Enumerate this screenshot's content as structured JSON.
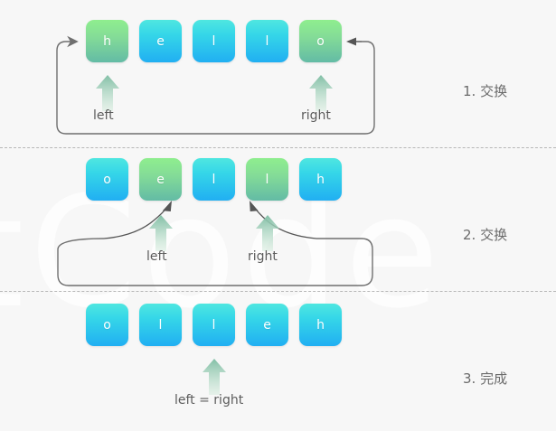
{
  "background": {
    "color": "#f7f7f7",
    "watermark_text": "tCode",
    "watermark_color": "#ffffff"
  },
  "palette": {
    "blue_top": "#4fe7e0",
    "blue_bottom": "#21aff2",
    "green_top": "#8fee8e",
    "green_bottom": "#63bba5",
    "arrow_green": "#8cc9ae",
    "label_gray": "#5c5c5c",
    "caption_gray": "#6b6b6b",
    "divider_gray": "#b8b8b8",
    "path_gray": "#6f6f6f"
  },
  "divider_style": "dashed",
  "steps": [
    {
      "id": "step-1",
      "caption": "1. 交换",
      "cells": [
        {
          "char": "h",
          "color": "green"
        },
        {
          "char": "e",
          "color": "blue"
        },
        {
          "char": "l",
          "color": "blue"
        },
        {
          "char": "l",
          "color": "blue"
        },
        {
          "char": "o",
          "color": "green"
        }
      ],
      "pointers": [
        {
          "label": "left",
          "index": 0
        },
        {
          "label": "right",
          "index": 4
        }
      ],
      "swap": {
        "from_index": 0,
        "to_index": 4,
        "style": "rounded-rect-below"
      }
    },
    {
      "id": "step-2",
      "caption": "2. 交换",
      "cells": [
        {
          "char": "o",
          "color": "blue"
        },
        {
          "char": "e",
          "color": "green"
        },
        {
          "char": "l",
          "color": "blue"
        },
        {
          "char": "l",
          "color": "green"
        },
        {
          "char": "h",
          "color": "blue"
        }
      ],
      "pointers": [
        {
          "label": "left",
          "index": 1
        },
        {
          "label": "right",
          "index": 3
        }
      ],
      "swap": {
        "from_index": 1,
        "to_index": 3,
        "style": "rounded-rect-below"
      }
    },
    {
      "id": "step-3",
      "caption": "3. 完成",
      "cells": [
        {
          "char": "o",
          "color": "blue"
        },
        {
          "char": "l",
          "color": "blue"
        },
        {
          "char": "l",
          "color": "blue"
        },
        {
          "char": "e",
          "color": "blue"
        },
        {
          "char": "h",
          "color": "blue"
        }
      ],
      "pointers": [
        {
          "label": "left = right",
          "index": 2
        }
      ],
      "swap": null
    }
  ]
}
